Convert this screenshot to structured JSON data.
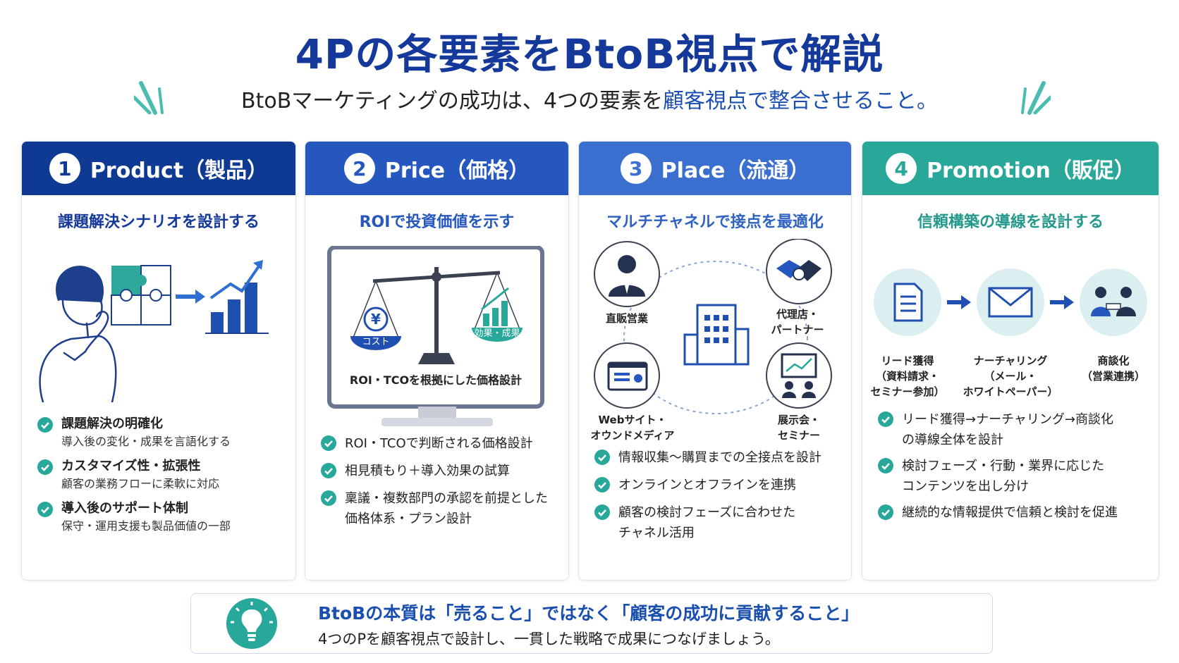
{
  "title": "4Pの各要素をBtoB視点で解説",
  "subtitle": {
    "prefix": "BtoBマーケティングの成功は、4つの要素を",
    "highlight": "顧客視点で整合させること。"
  },
  "colors": {
    "navy": "#0f3a93",
    "blue": "#2657be",
    "blue_light": "#3a6fcf",
    "teal": "#29a89a",
    "check": "#27a89a"
  },
  "cards": [
    {
      "number": "1",
      "title": "Product（製品）",
      "subtitle": "課題解決シナリオを設計する",
      "points": [
        {
          "main": "課題解決の明確化",
          "sub": "導入後の変化・成果を言語化する"
        },
        {
          "main": "カスタマイズ性・拡張性",
          "sub": "顧客の業務フローに柔軟に対応"
        },
        {
          "main": "導入後のサポート体制",
          "sub": "保守・運用支援も製品価値の一部"
        }
      ]
    },
    {
      "number": "2",
      "title": "Price（価格）",
      "subtitle": "ROIで投資価値を示す",
      "illustration": {
        "cost_label": "コスト",
        "effect_label": "効果・成果",
        "caption": "ROI・TCOを根拠にした価格設計"
      },
      "points": [
        {
          "line1": "ROI・TCOで判断される価格設計"
        },
        {
          "line1": "相見積もり＋導入効果の試算"
        },
        {
          "line1": "稟議・複数部門の承認を前提とした",
          "line2": "価格体系・プラン設計"
        }
      ]
    },
    {
      "number": "3",
      "title": "Place（流通）",
      "subtitle": "マルチチャネルで接点を最適化",
      "channels": [
        {
          "line1": "直販営業"
        },
        {
          "line1": "代理店・",
          "line2": "パートナー"
        },
        {
          "line1": "Webサイト・",
          "line2": "オウンドメディア"
        },
        {
          "line1": "展示会・",
          "line2": "セミナー"
        }
      ],
      "points": [
        {
          "line1": "情報収集〜購買までの全接点を設計"
        },
        {
          "line1": "オンラインとオフラインを連携"
        },
        {
          "line1": "顧客の検討フェーズに合わせた",
          "line2": "チャネル活用"
        }
      ]
    },
    {
      "number": "4",
      "title": "Promotion（販促）",
      "subtitle": "信頼構築の導線を設計する",
      "steps": [
        {
          "line1": "リード獲得",
          "line2": "（資料請求・",
          "line3": "セミナー参加）"
        },
        {
          "line1": "ナーチャリング",
          "line2": "（メール・",
          "line3": "ホワイトペーパー）"
        },
        {
          "line1": "商談化",
          "line2": "（営業連携）"
        }
      ],
      "points": [
        {
          "line1": "リード獲得→ナーチャリング→商談化",
          "line2": "の導線全体を設計"
        },
        {
          "line1": "検討フェーズ・行動・業界に応じた",
          "line2": "コンテンツを出し分け"
        },
        {
          "line1": "継続的な情報提供で信頼と検討を促進"
        }
      ]
    }
  ],
  "bottom": {
    "headline": "BtoBの本質は「売ること」ではなく「顧客の成功に貢献すること」",
    "body": "4つのPを顧客視点で設計し、一貫した戦略で成果につなげましょう。"
  }
}
